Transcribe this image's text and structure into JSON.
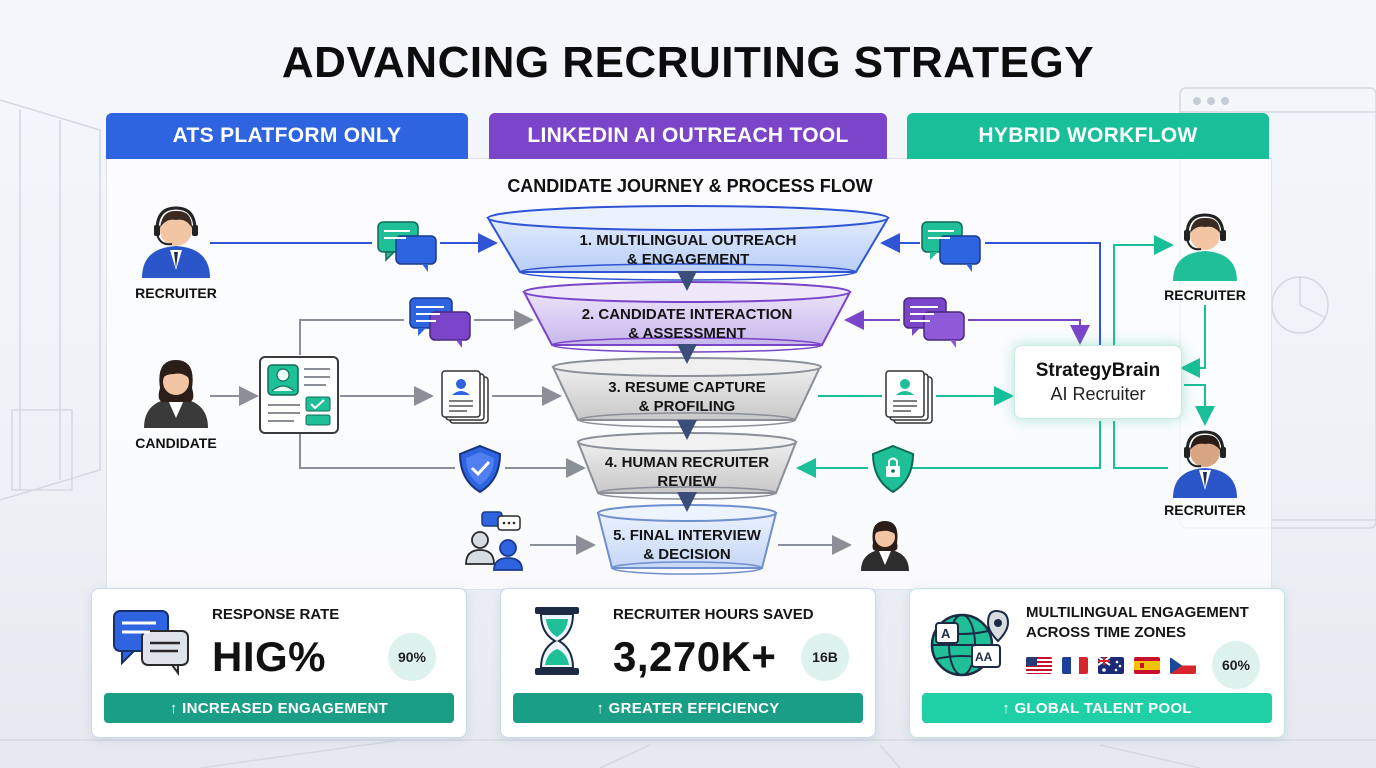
{
  "title": "ADVANCING RECRUITING STRATEGY",
  "tabs": [
    {
      "label": "ATS PLATFORM ONLY",
      "color": "#2f64e0"
    },
    {
      "label": "LINKEDIN AI OUTREACH TOOL",
      "color": "#7a45c9"
    },
    {
      "label": "HYBRID WORKFLOW",
      "color": "#19bf98"
    }
  ],
  "flow_heading": "CANDIDATE JOURNEY & PROCESS FLOW",
  "stages": [
    {
      "line1": "1. MULTILINGUAL OUTREACH",
      "line2": "& ENGAGEMENT"
    },
    {
      "line1": "2. CANDIDATE INTERACTION",
      "line2": "& ASSESSMENT"
    },
    {
      "line1": "3. RESUME CAPTURE",
      "line2": "& PROFILING"
    },
    {
      "line1": "4. HUMAN RECRUITER",
      "line2": "REVIEW"
    },
    {
      "line1": "5. FINAL INTERVIEW",
      "line2": "& DECISION"
    }
  ],
  "actors": {
    "left_recruiter": "RECRUITER",
    "candidate": "CANDIDATE",
    "right_recruiter_top": "RECRUITER",
    "right_recruiter_bottom": "RECRUITER"
  },
  "ai_box": {
    "name": "StrategyBrain",
    "role": "AI Recruiter"
  },
  "metrics": [
    {
      "label": "RESPONSE RATE",
      "value": "HIG%",
      "badge": "90%",
      "footer": "↑ INCREASED ENGAGEMENT",
      "icon": "chat-bubbles-icon"
    },
    {
      "label": "RECRUITER HOURS SAVED",
      "value": "3,270K+",
      "badge": "16B",
      "footer": "↑ GREATER EFFICIENCY",
      "icon": "hourglass-icon"
    },
    {
      "label_line1": "MULTILINGUAL ENGAGEMENT",
      "label_line2": "ACROSS TIME ZONES",
      "badge": "60%",
      "footer": "↑ GLOBAL TALENT POOL",
      "icon": "globe-translate-icon"
    }
  ],
  "colors": {
    "blue": "#2f64e0",
    "purple": "#7a45c9",
    "teal": "#19bf98",
    "footer_teal": "#1a9e86",
    "footer_mint": "#1fd0a6"
  }
}
